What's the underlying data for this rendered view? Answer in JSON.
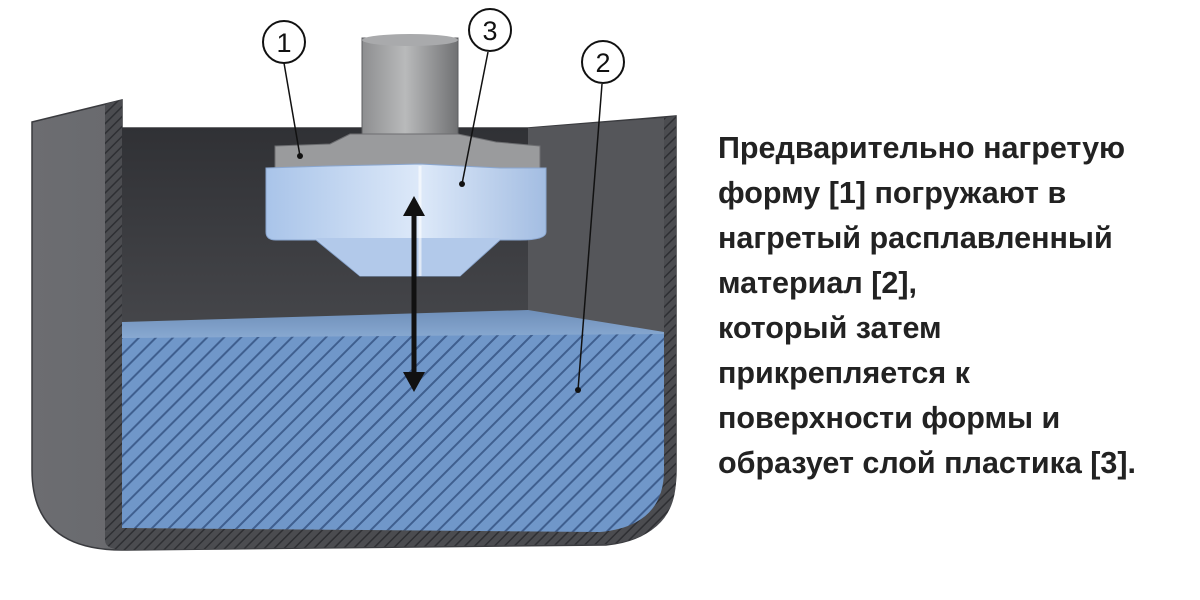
{
  "callouts": {
    "mold": "1",
    "material": "2",
    "plastic_layer": "3"
  },
  "caption": {
    "lines": [
      "Предварительно нагретую",
      "форму [1] погружают в",
      "нагретый расплавленный",
      "материал [2],",
      "который затем",
      "прикрепляется к",
      "поверхности формы и",
      "образует слой пластика [3]."
    ]
  },
  "colors": {
    "tank_wall": "#5f6064",
    "tank_inner_back": "#3a3b3f",
    "material_blue": "#6d93c4",
    "mold_blue": "#c9dcf6",
    "mold_gray": "#9a9b9d",
    "text": "#222222"
  }
}
